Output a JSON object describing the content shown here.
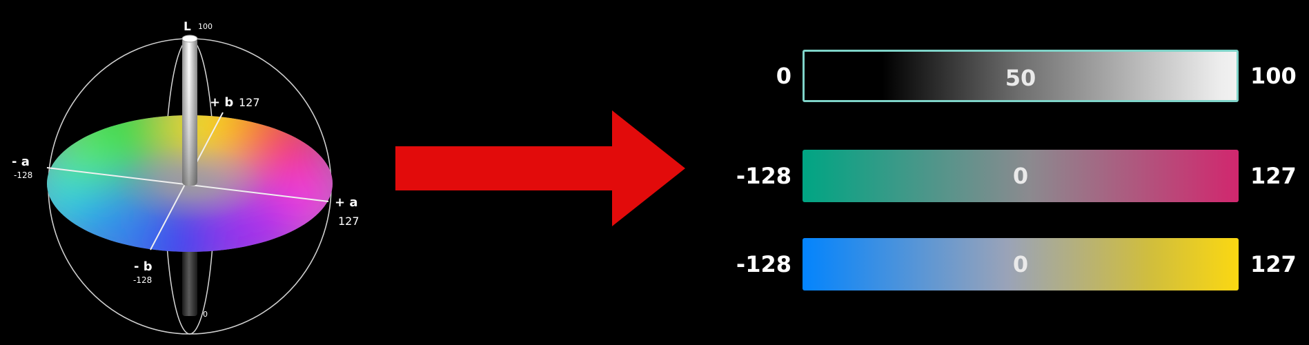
{
  "sphere": {
    "l_label": "L",
    "l_top_value": "100",
    "l_bottom_value": "0",
    "plus_b_label": "+ b",
    "plus_b_value": "127",
    "minus_a_label": "- a",
    "minus_a_value": "-128",
    "plus_a_label": "+ a",
    "plus_a_value": "127",
    "minus_b_label": "- b",
    "minus_b_value": "-128"
  },
  "sliders": {
    "l": {
      "min": "0",
      "mid": "50",
      "max": "100"
    },
    "a": {
      "min": "-128",
      "mid": "0",
      "max": "127"
    },
    "b": {
      "min": "-128",
      "mid": "0",
      "max": "127"
    }
  },
  "colors": {
    "background": "#000000",
    "arrow": "#e20b0b",
    "l_bar_border": "#7fd4c9",
    "a_start": "#00a583",
    "a_end": "#d1276e",
    "b_start": "#0384fd",
    "b_end": "#fbd812"
  },
  "icons": [
    "right-arrow-icon"
  ]
}
